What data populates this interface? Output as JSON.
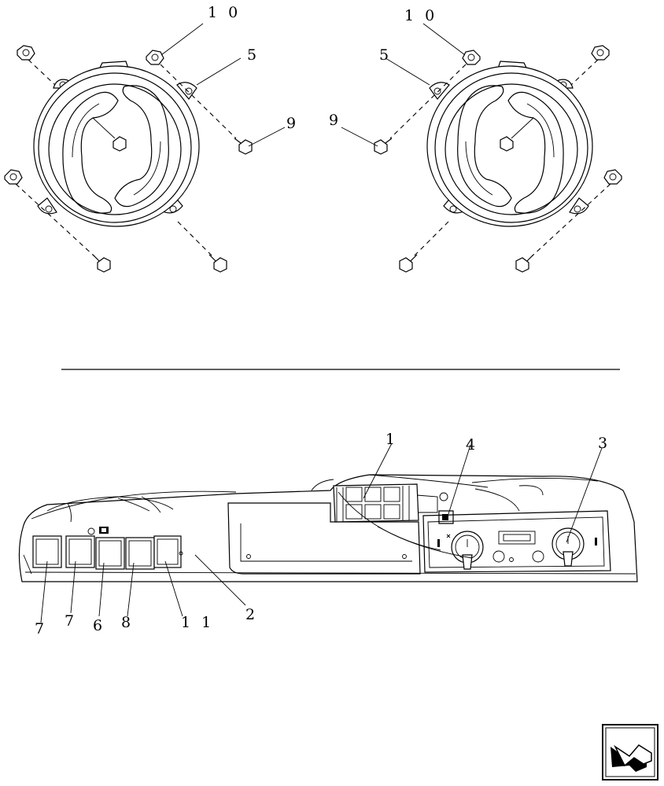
{
  "callouts": {
    "c10_left": "1 0",
    "c10_right": "1 0",
    "c5_left": "5",
    "c5_right": "5",
    "c9_left": "9",
    "c9_right": "9",
    "c1": "1",
    "c4": "4",
    "c3": "3",
    "c2": "2",
    "c7a": "7",
    "c7b": "7",
    "c6": "6",
    "c8": "8",
    "c11": "1 1"
  },
  "icons": {
    "nav": "next-page-arrow-icon"
  }
}
